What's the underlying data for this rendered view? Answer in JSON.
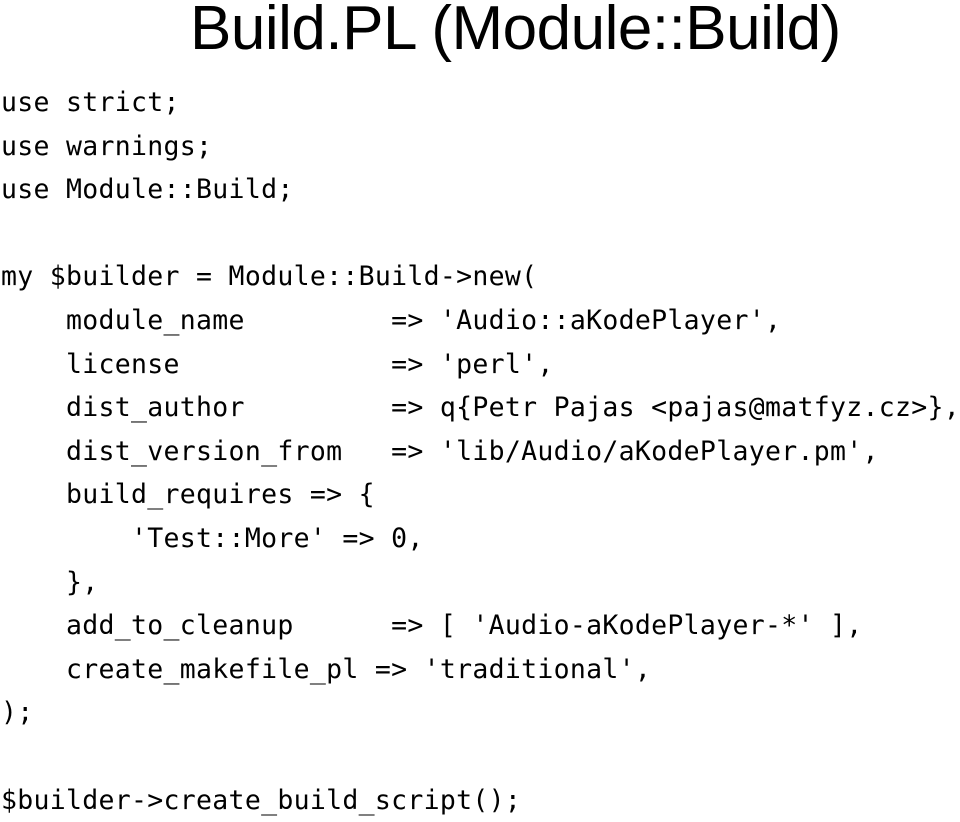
{
  "slide": {
    "title": "Build.PL (Module::Build)"
  },
  "code": {
    "lines": [
      "use strict;",
      "use warnings;",
      "use Module::Build;",
      "",
      "my $builder = Module::Build->new(",
      "    module_name         => 'Audio::aKodePlayer',",
      "    license             => 'perl',",
      "    dist_author         => q{Petr Pajas <pajas@matfyz.cz>},",
      "    dist_version_from   => 'lib/Audio/aKodePlayer.pm',",
      "    build_requires => {",
      "        'Test::More' => 0,",
      "    },",
      "    add_to_cleanup      => [ 'Audio-aKodePlayer-*' ],",
      "    create_makefile_pl => 'traditional',",
      ");",
      "",
      "$builder->create_build_script();"
    ]
  }
}
